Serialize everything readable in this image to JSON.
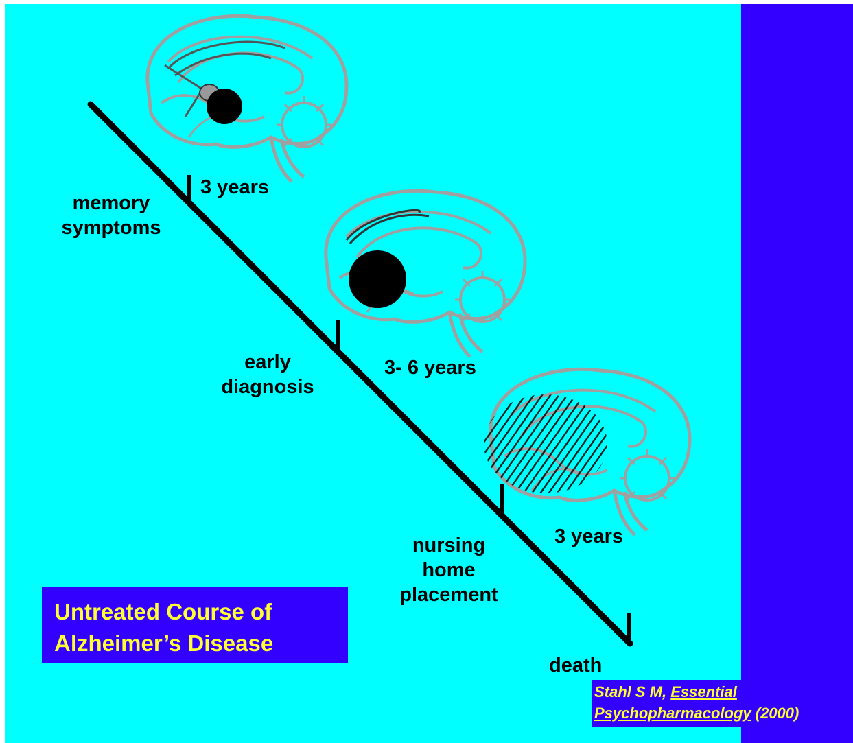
{
  "colors": {
    "background": "#00FFFF",
    "accent_panel": "#3300FF",
    "title_text": "#FFFF33",
    "timeline": "#000000",
    "brain_outline": "#A0A0A0"
  },
  "stages": [
    {
      "label_lines": [
        "memory",
        "symptoms"
      ],
      "interval": "3 years"
    },
    {
      "label_lines": [
        "early",
        "diagnosis"
      ],
      "interval": "3- 6 years"
    },
    {
      "label_lines": [
        "nursing",
        "home",
        "placement"
      ],
      "interval": "3 years"
    },
    {
      "label_lines": [
        "death"
      ],
      "interval": ""
    }
  ],
  "brain_icons": [
    {
      "name": "brain-mild-atrophy-icon",
      "atrophy_level": "small"
    },
    {
      "name": "brain-moderate-atrophy-icon",
      "atrophy_level": "medium"
    },
    {
      "name": "brain-severe-atrophy-icon",
      "atrophy_level": "large"
    }
  ],
  "title_lines": [
    "Untreated Course of",
    "Alzheimer’s Disease"
  ],
  "citation": {
    "author": "Stahl S M, ",
    "book_line1": "Essential",
    "book_line2": "Psychopharmacology",
    "year": " (2000)"
  }
}
